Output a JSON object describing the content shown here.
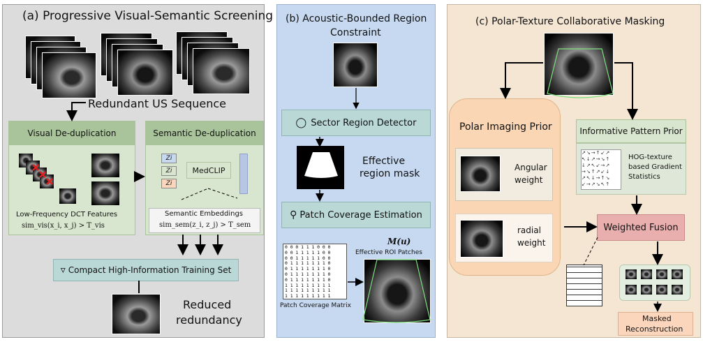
{
  "panel_a": {
    "title": "(a) Progressive Visual-Semantic Screening",
    "sequence_label": "Redundant US Sequence",
    "visual": {
      "header": "Visual De-duplication",
      "feature_label": "Low-Frequency DCT Features",
      "formula": "sim_vis(x_i, x_j) > T_vis"
    },
    "semantic": {
      "header": "Semantic De-duplication",
      "token": "Zi",
      "model": "MedCLIP",
      "embedding_label": "Semantic Embeddings",
      "formula": "sim_sem(z_i, z_j) > T_sem"
    },
    "training_set": "Compact High-Information Training Set",
    "result_line1": "Reduced",
    "result_line2": "redundancy"
  },
  "panel_b": {
    "title_line1": "(b) Acoustic-Bounded Region",
    "title_line2": "Constraint",
    "detector": "Sector Region Detector",
    "mask_line1": "Effective",
    "mask_line2": "region mask",
    "coverage": "Patch Coverage Estimation",
    "mu_label": "M(u)",
    "roi_label": "Effective ROI Patches",
    "matrix_label": "Patch Coverage Matrix",
    "matrix_rows": [
      "0 0 0 1 1 1 0 0 0",
      "0 0 1 1 1 1 1 0 0",
      "0 0 1 1 1 1 1 0 0",
      "0 1 1 1 1 1 1 1 0",
      "0 1 1 1 1 1 1 1 0",
      "0 1 1 1 1 1 1 1 0",
      "0 1 1 1 1 1 1 1 0",
      "1 1 1 1 1 1 1 1 1",
      "1 1 1 1 1 1 1 1 1",
      "1 1 1 1 1 1 1 1 1"
    ]
  },
  "panel_c": {
    "title": "(c) Polar-Texture Collaborative Masking",
    "polar_prior": "Polar Imaging Prior",
    "angular_line1": "Angular",
    "angular_line2": "weight",
    "radial_line1": "radial",
    "radial_line2": "weight",
    "pattern_prior": "Informative Pattern Prior",
    "hog_line1": "HOG-texture",
    "hog_line2": "based Gradient",
    "hog_line3": "Statistics",
    "fusion": "Weighted Fusion",
    "masked_line1": "Masked",
    "masked_line2": "Reconstruction"
  },
  "colors": {
    "panel_a_bg": "#dcdcdc",
    "panel_b_bg": "#c6d9f1",
    "panel_c_bg": "#f5e6d4",
    "green_box": "#d8e6cf",
    "green_header": "#a9c49a",
    "teal_box": "#b9d8d6",
    "orange_box": "#fad6b4",
    "pink_box": "#e9aeae",
    "peach_box": "#fbd6bd"
  }
}
